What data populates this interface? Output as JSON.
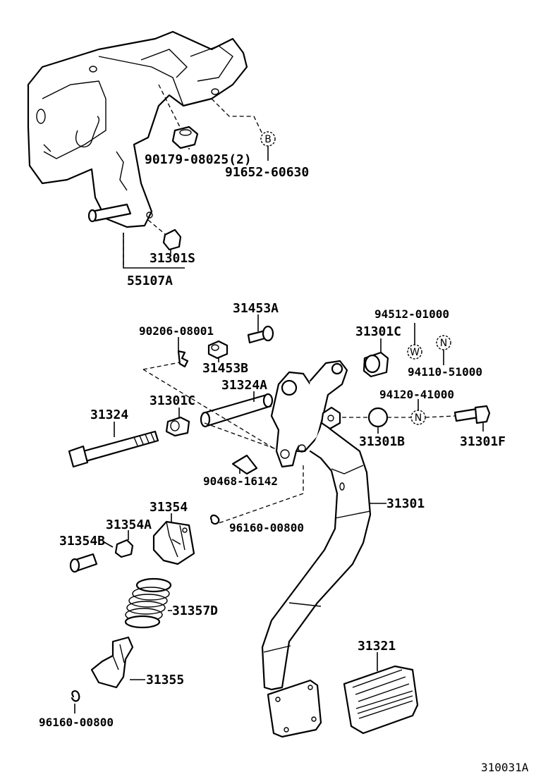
{
  "diagram": {
    "callouts": {
      "p90179": "90179-08025(2)",
      "p91652": "91652-60630",
      "p31301S": "31301S",
      "p55107A": "55107A",
      "p31453A": "31453A",
      "p94512": "94512-01000",
      "p90206": "90206-08001",
      "p31301C_a": "31301C",
      "p94110": "94110-51000",
      "p31453B": "31453B",
      "p31324A": "31324A",
      "p94120": "94120-41000",
      "p31324": "31324",
      "p31301C_b": "31301C",
      "p31301B": "31301B",
      "p31301F": "31301F",
      "p90468": "90468-16142",
      "p31354": "31354",
      "p31301": "31301",
      "p31354A": "31354A",
      "p96160_a": "96160-00800",
      "p31354B": "31354B",
      "p31357D": "31357D",
      "p31321": "31321",
      "p31355": "31355",
      "p96160_b": "96160-00800"
    },
    "markers": {
      "b": "B",
      "w": "W",
      "n1": "N",
      "n2": "N"
    },
    "figure_number": "310031A"
  }
}
